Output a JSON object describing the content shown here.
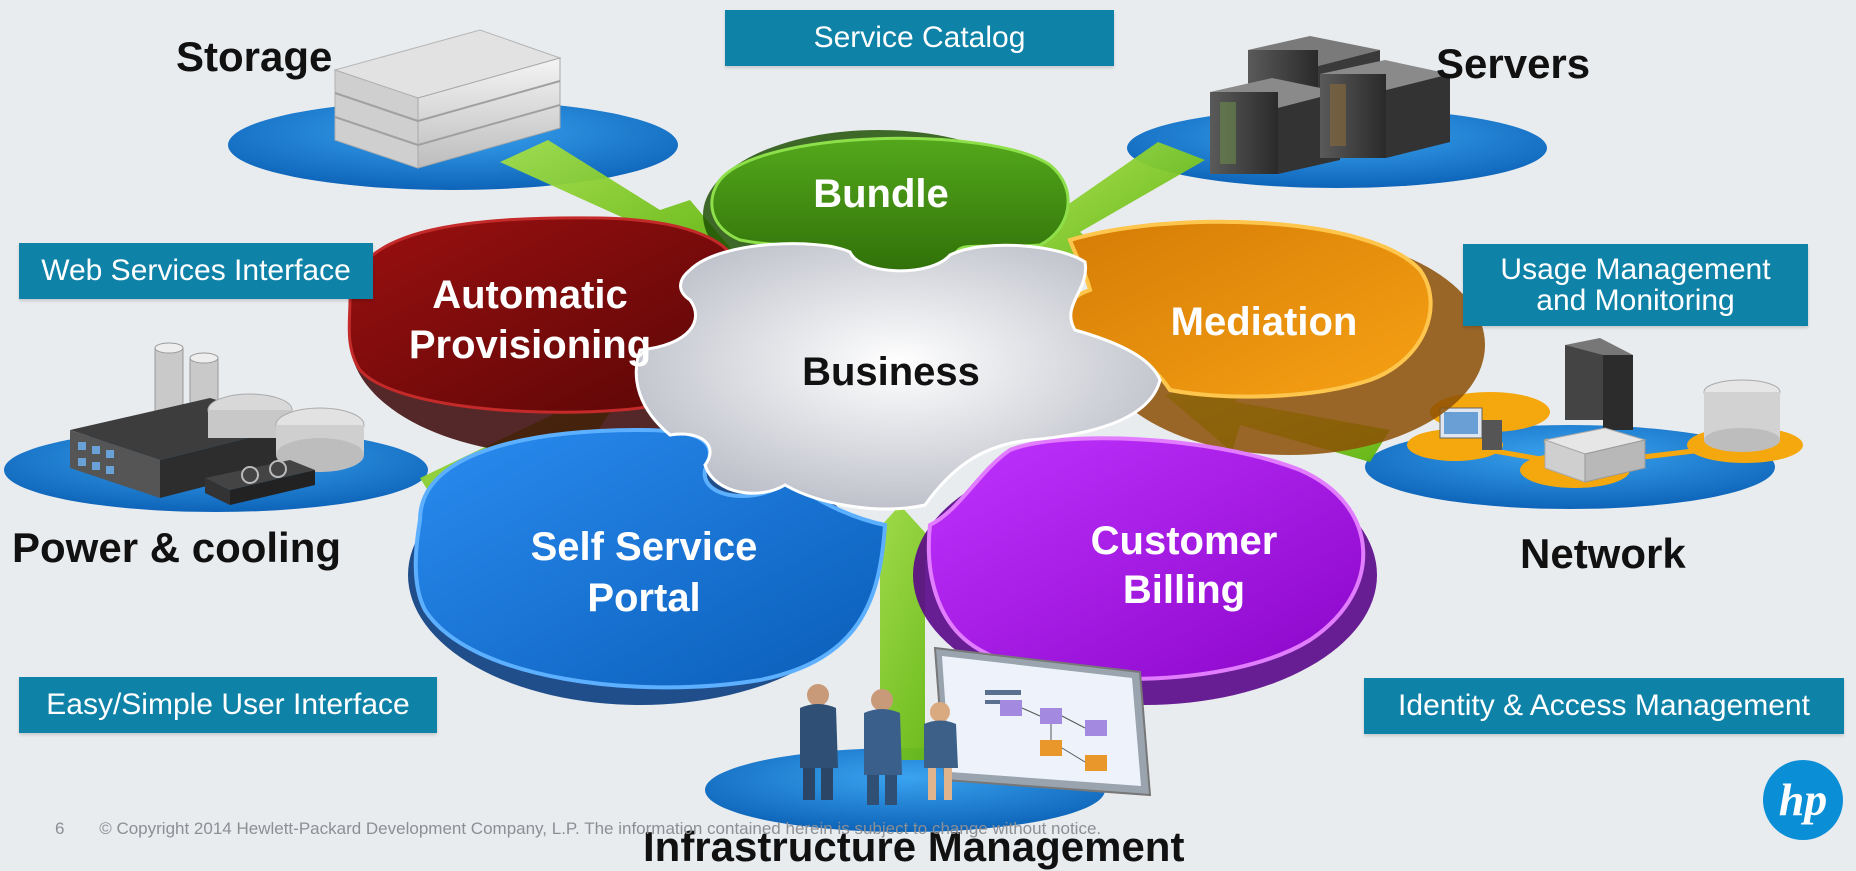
{
  "puzzle": {
    "center": "Business",
    "top": "Bundle",
    "left_line1": "Automatic",
    "left_line2": "Provisioning",
    "right": "Mediation",
    "bottom_left_line1": "Self Service",
    "bottom_left_line2": "Portal",
    "bottom_right_line1": "Customer",
    "bottom_right_line2": "Billing"
  },
  "resources": {
    "storage": "Storage",
    "servers": "Servers",
    "power": "Power & cooling",
    "network": "Network",
    "infrastructure": "Infrastructure Management"
  },
  "labels": {
    "service_catalog": "Service Catalog",
    "web_services": "Web Services Interface",
    "usage_line1": "Usage Management",
    "usage_line2": "and Monitoring",
    "easy_ui": "Easy/Simple User Interface",
    "identity": "Identity & Access Management"
  },
  "footer": {
    "page_number": "6",
    "copyright": "© Copyright 2014 Hewlett-Packard Development Company, L.P.  The information contained herein is subject to change without notice."
  },
  "logo": {
    "text": "hp"
  },
  "colors": {
    "background": "#e9ecef",
    "label_box": "#0f82a8",
    "bundle": "#3d8a10",
    "provisioning": "#7a0a0a",
    "mediation": "#e88a05",
    "self_service": "#1577d8",
    "billing": "#a712e8",
    "center": "#e8e8ec",
    "platform": "#0d72c8",
    "arrow": "#7ccd1a"
  },
  "icons": [
    "storage-icon",
    "servers-icon",
    "factory-icon",
    "network-icon",
    "people-presentation-icon",
    "hp-logo-icon"
  ]
}
